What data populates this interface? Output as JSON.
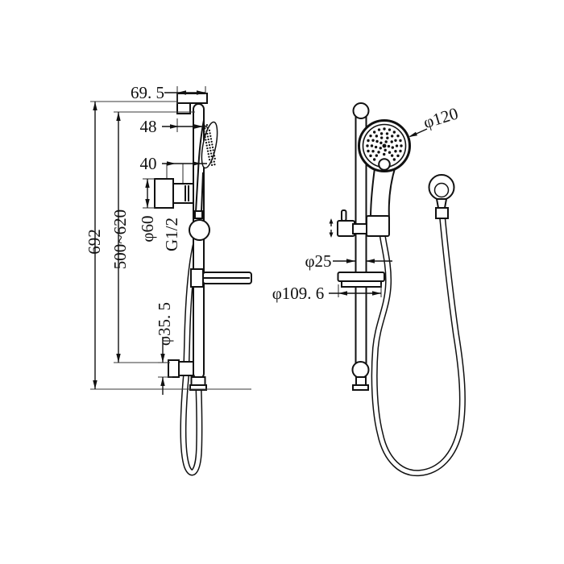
{
  "colors": {
    "ink": "#111111",
    "background": "#ffffff",
    "extension_line": "#3a3a3a"
  },
  "drawing_type": "shower-rail-set-dimension-drawing",
  "side_view": {
    "dim_overall_height": "692",
    "dim_adjustable_range": "500~620",
    "dim_wall_offset": "69. 5",
    "dim_rail_offset": "48",
    "dim_inlet_width": "40",
    "dim_flange_diameter": "φ60",
    "dim_thread": "G1/2",
    "dim_bracket_diameter": "φ35. 5"
  },
  "front_view": {
    "dim_handset_diameter": "φ120",
    "dim_rail_diameter": "φ25",
    "dim_soap_dish_diameter": "φ109. 6"
  }
}
